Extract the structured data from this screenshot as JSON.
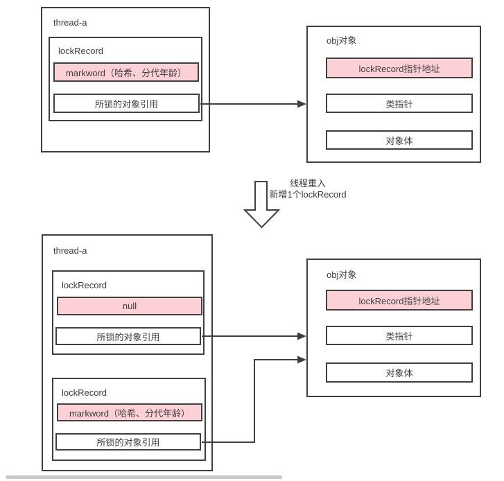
{
  "colors": {
    "border": "#3f3f3f",
    "pink": "#fdd0d6",
    "text": "#3c3c3c",
    "scrollbar": "#c8c8c8"
  },
  "top_diagram": {
    "thread": {
      "title": "thread-a",
      "lock_records": [
        {
          "title": "lockRecord",
          "markword": "markword（哈希、分代年龄）",
          "object_ref": "所锁的对象引用"
        }
      ]
    },
    "obj": {
      "title": "obj对象",
      "lock_record_ptr": "lockRecord指针地址",
      "class_ptr": "类指针",
      "object_body": "对象体"
    }
  },
  "transition": {
    "line1": "线程重入",
    "line2": "新增1个lockRecord"
  },
  "bottom_diagram": {
    "thread": {
      "title": "thread-a",
      "lock_records": [
        {
          "title": "lockRecord",
          "markword": "null",
          "object_ref": "所锁的对象引用"
        },
        {
          "title": "lockRecord",
          "markword": "markword（哈希、分代年龄）",
          "object_ref": "所锁的对象引用"
        }
      ]
    },
    "obj": {
      "title": "obj对象",
      "lock_record_ptr": "lockRecord指针地址",
      "class_ptr": "类指针",
      "object_body": "对象体"
    }
  }
}
